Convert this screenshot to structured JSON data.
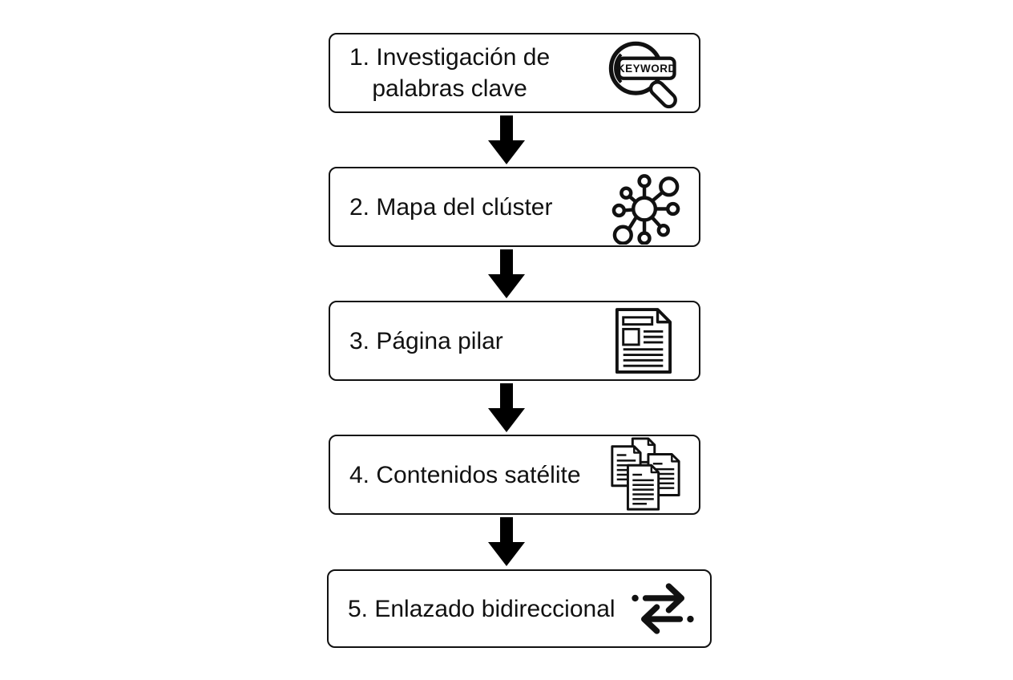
{
  "steps": [
    {
      "lines": [
        "1. Investigación de",
        "palabras clave"
      ],
      "icon": "keyword-magnifier-icon",
      "icon_label": "KEYWORD"
    },
    {
      "lines": [
        "2. Mapa del clúster"
      ],
      "icon": "cluster-network-icon"
    },
    {
      "lines": [
        "3. Página pilar"
      ],
      "icon": "pillar-page-document-icon"
    },
    {
      "lines": [
        "4. Contenidos satélite"
      ],
      "icon": "satellite-documents-icon"
    },
    {
      "lines": [
        "5. Enlazado bidireccional"
      ],
      "icon": "bidirectional-link-arrows-icon"
    }
  ],
  "colors": {
    "background": "#ffffff",
    "stroke": "#111111",
    "box_fill": "#ffffff",
    "connector_arrow": "#000000"
  }
}
